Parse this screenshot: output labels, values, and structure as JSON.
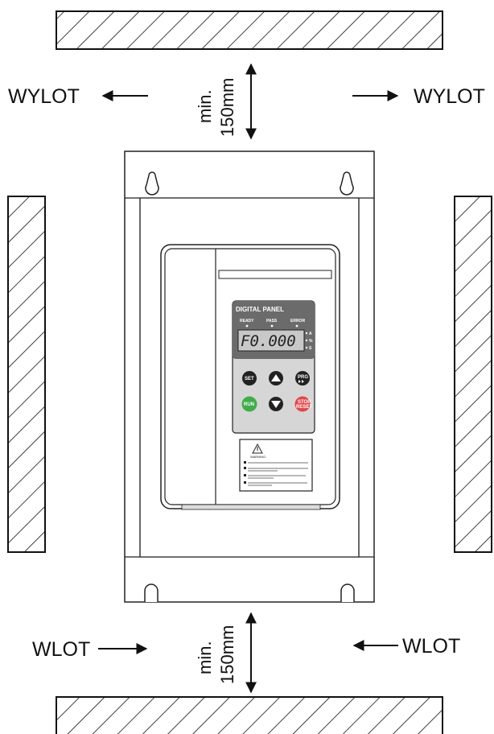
{
  "labels": {
    "outlet_left": "WYLOT",
    "outlet_right": "WYLOT",
    "inlet_left": "WLOT",
    "inlet_right": "WLOT",
    "top_min": "min.",
    "top_distance": "150mm",
    "bottom_min": "min.",
    "bottom_distance": "150mm"
  },
  "device": {
    "brand": "",
    "panel_title": "DIGITAL PANEL",
    "indicators": [
      "READY",
      "PASS",
      "ERROR"
    ],
    "display_value": "F0.000",
    "units": [
      "A",
      "%",
      "S"
    ],
    "keys": {
      "set": "SET",
      "prg": "PRG",
      "run": "RUN",
      "stop_line1": "STOP",
      "stop_line2": "RESET"
    },
    "warning_title": "WARNING"
  },
  "colors": {
    "run_key": "#3fae49",
    "stop_key": "#e2474b",
    "panel_dark": "#6b6b6b",
    "display_bg": "#c8c8c8"
  }
}
